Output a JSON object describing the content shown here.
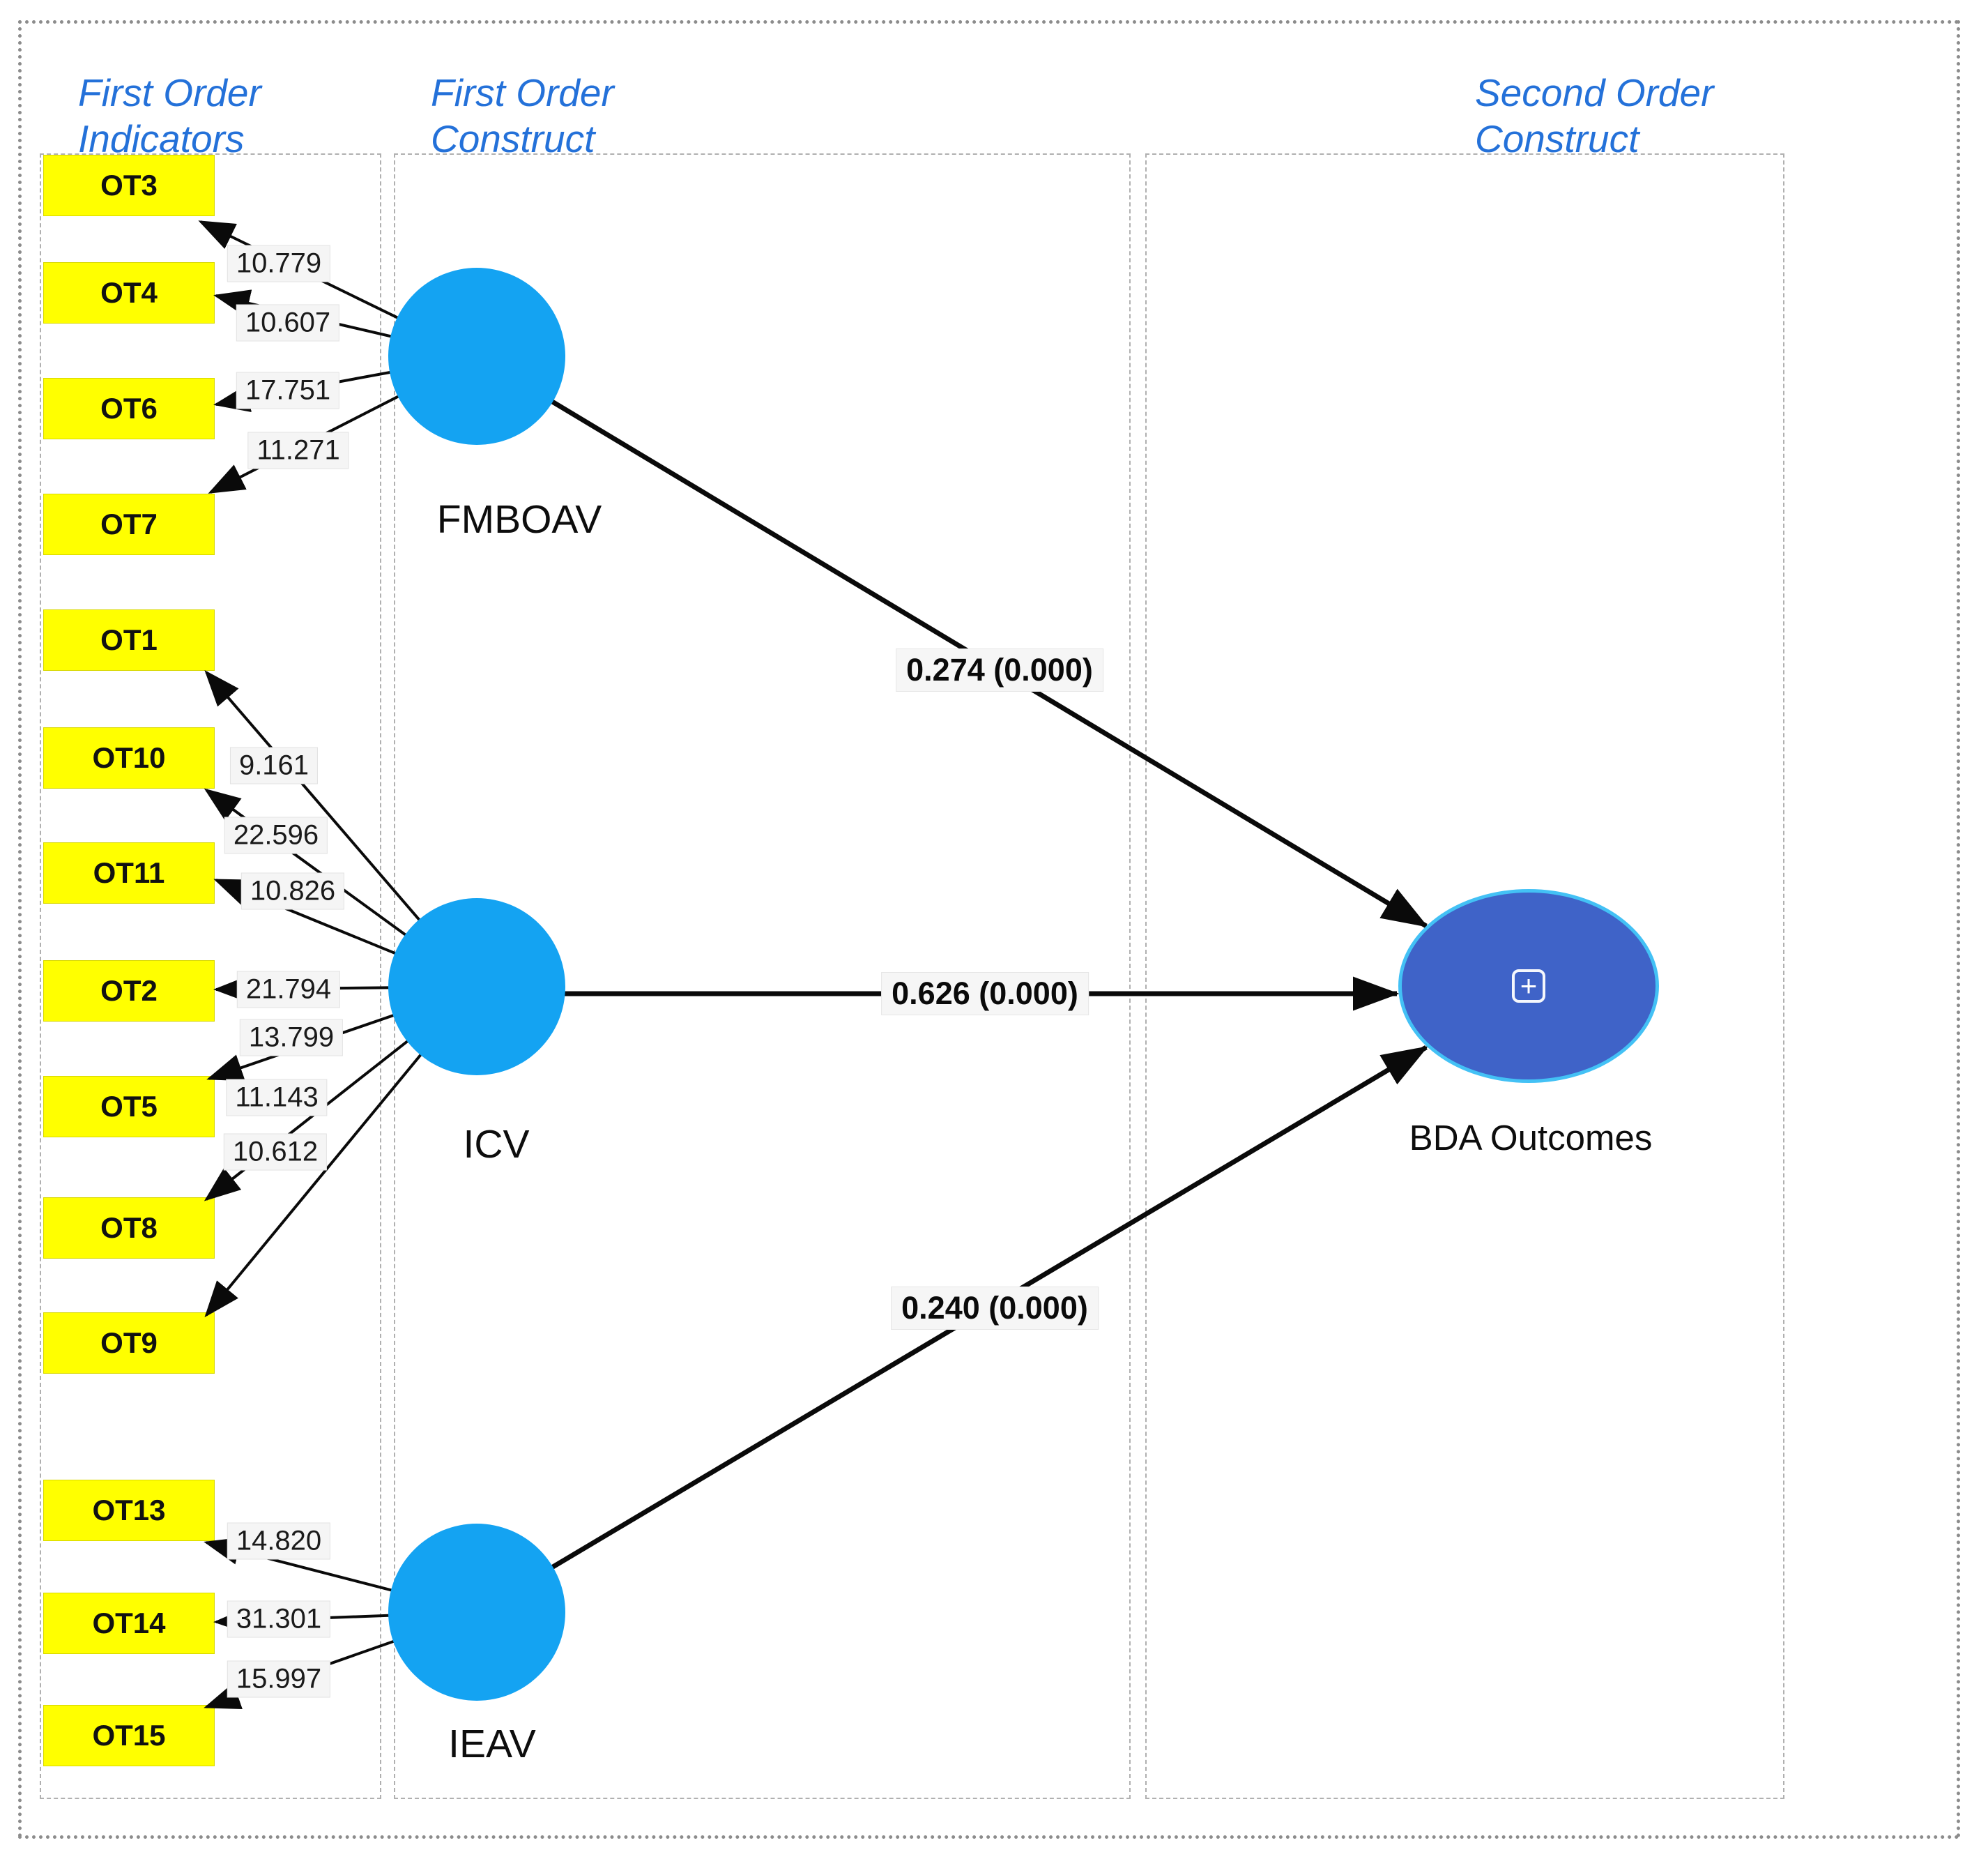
{
  "headers": {
    "indicators_col": "First Order\nIndicators",
    "first_order_col": "First Order\nConstruct",
    "second_order_col": "Second Order\nConstruct"
  },
  "constructs": [
    {
      "name": "FMBOAV",
      "path_coefficient": "0.274 (0.000)",
      "indicators": [
        {
          "label": "OT3",
          "t_value": "10.779"
        },
        {
          "label": "OT4",
          "t_value": "10.607"
        },
        {
          "label": "OT6",
          "t_value": "17.751"
        },
        {
          "label": "OT7",
          "t_value": "11.271"
        }
      ]
    },
    {
      "name": "ICV",
      "path_coefficient": "0.626 (0.000)",
      "indicators": [
        {
          "label": "OT1",
          "t_value": "9.161"
        },
        {
          "label": "OT10",
          "t_value": "22.596"
        },
        {
          "label": "OT11",
          "t_value": "10.826"
        },
        {
          "label": "OT2",
          "t_value": "21.794"
        },
        {
          "label": "OT5",
          "t_value": "13.799"
        },
        {
          "label": "OT8",
          "t_value": "11.143"
        },
        {
          "label": "OT9",
          "t_value": "10.612"
        }
      ]
    },
    {
      "name": "IEAV",
      "path_coefficient": "0.240 (0.000)",
      "indicators": [
        {
          "label": "OT13",
          "t_value": "14.820"
        },
        {
          "label": "OT14",
          "t_value": "31.301"
        },
        {
          "label": "OT15",
          "t_value": "15.997"
        }
      ]
    }
  ],
  "outcome": {
    "name": "BDA Outcomes",
    "icon": "plus-box-icon",
    "plus_glyph": "+"
  }
}
